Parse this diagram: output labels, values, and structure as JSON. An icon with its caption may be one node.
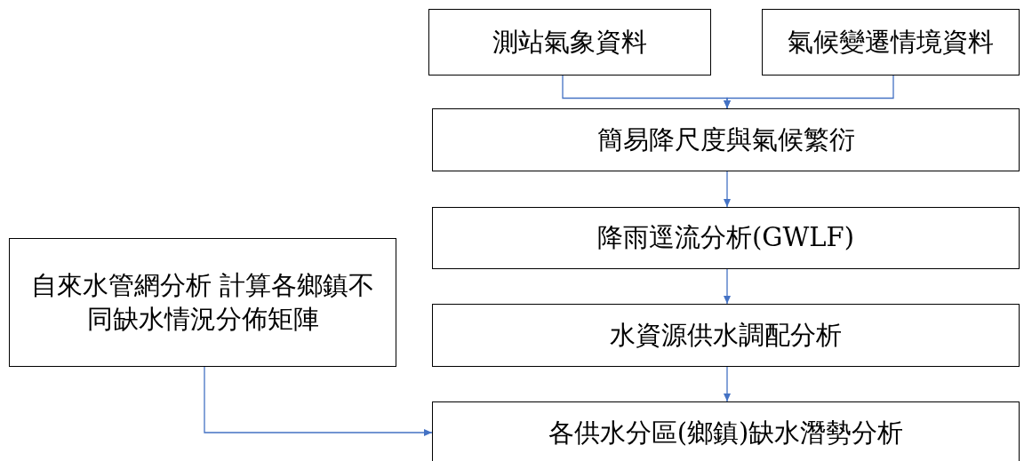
{
  "diagram": {
    "nodes": [
      {
        "text": [
          "測站氣象資料"
        ]
      },
      {
        "text": [
          "氣候變遷情境資料"
        ]
      },
      {
        "text": [
          "簡易降尺度與氣候繁衍"
        ]
      },
      {
        "text": [
          "降雨逕流分析(GWLF)"
        ]
      },
      {
        "text": [
          "水資源供水調配分析"
        ]
      },
      {
        "text": [
          "各供水分區(鄉鎮)缺水潛勢分析"
        ]
      },
      {
        "text": [
          "自來水管網分析 計算各鄉鎮不同缺水情況分佈矩陣"
        ]
      }
    ],
    "edges": [
      {
        "from": 0,
        "to": 2,
        "arrow": "to"
      },
      {
        "from": 1,
        "to": 2,
        "arrow": "to"
      },
      {
        "from": 2,
        "to": 3,
        "arrow": "to"
      },
      {
        "from": 3,
        "to": 4,
        "arrow": "to"
      },
      {
        "from": 4,
        "to": 5,
        "arrow": "to"
      },
      {
        "from": 6,
        "to": 5,
        "arrow": "to"
      }
    ]
  }
}
